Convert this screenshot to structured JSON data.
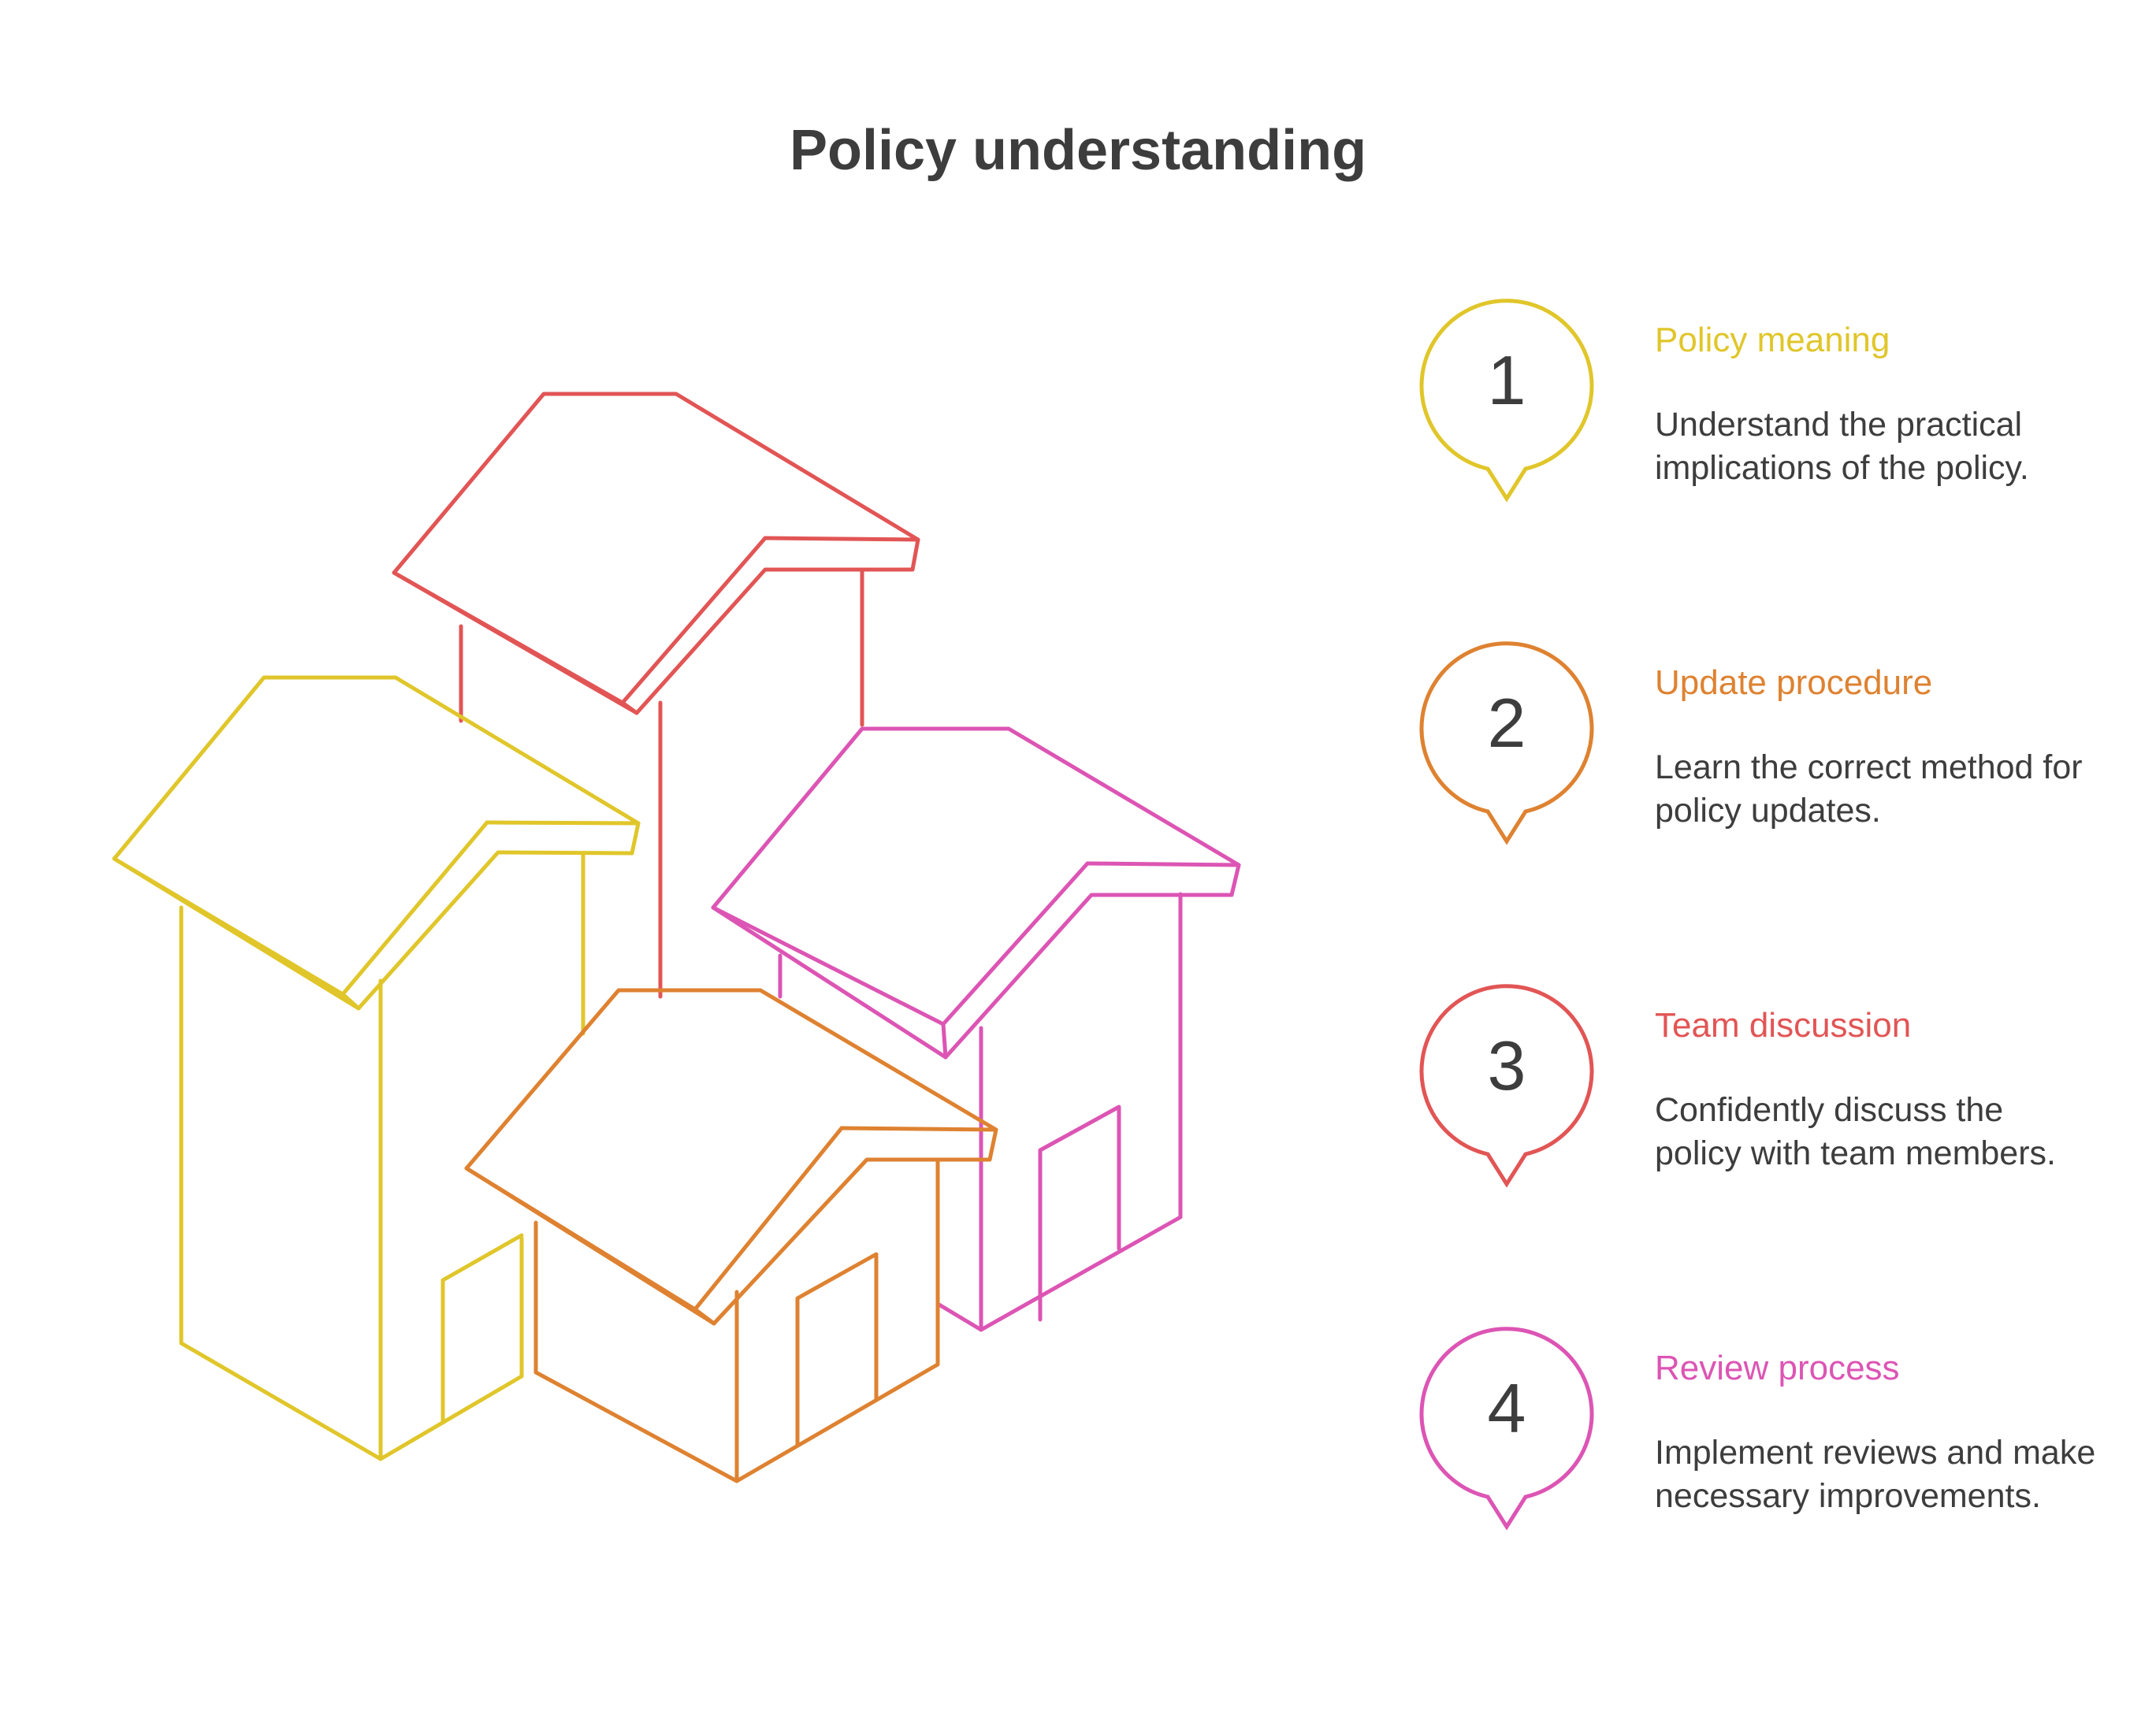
{
  "title": "Policy understanding",
  "colors": {
    "yellow": "#e0c62a",
    "orange": "#de8231",
    "red": "#e25555",
    "pink": "#dc55b4",
    "text": "#3d3d3d"
  },
  "steps": [
    {
      "number": "1",
      "title": "Policy meaning",
      "description": "Understand the practical implications of the policy.",
      "color": "#e0c62a"
    },
    {
      "number": "2",
      "title": "Update procedure",
      "description": "Learn the correct method for policy updates.",
      "color": "#de8231"
    },
    {
      "number": "3",
      "title": "Team discussion",
      "description": "Confidently discuss the policy with team members.",
      "color": "#e25555"
    },
    {
      "number": "4",
      "title": "Review process",
      "description": "Implement reviews and make necessary improvements.",
      "color": "#dc55b4"
    }
  ]
}
